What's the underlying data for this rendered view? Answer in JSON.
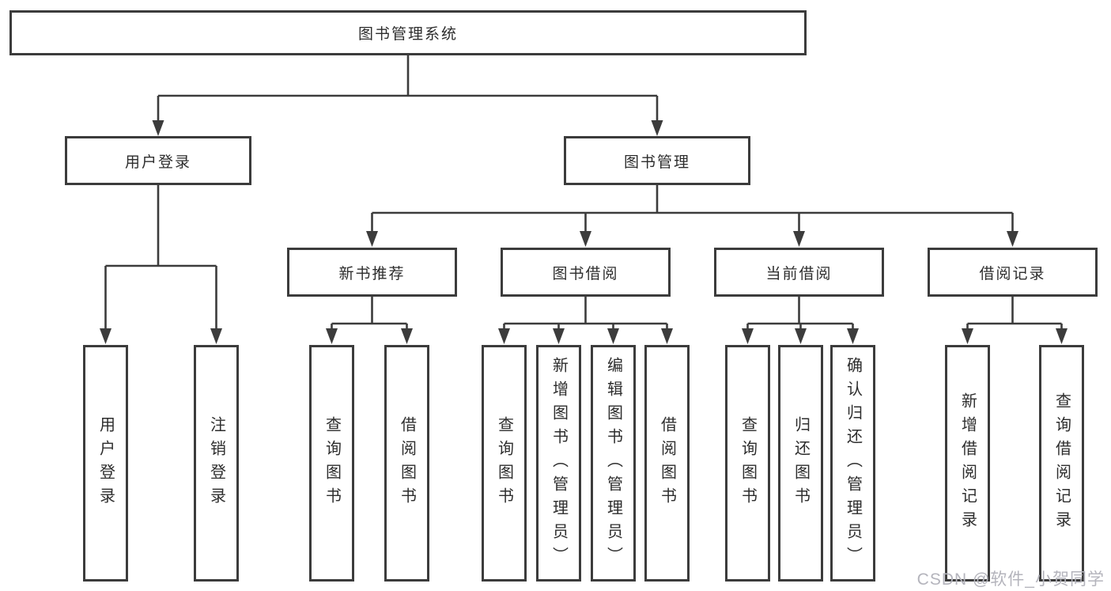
{
  "tree": {
    "root": {
      "label": "图书管理系统"
    },
    "branches": [
      {
        "label": "用户登录",
        "children": [
          {
            "label": "用户登录"
          },
          {
            "label": "注销登录"
          }
        ]
      },
      {
        "label": "图书管理",
        "children": [
          {
            "label": "新书推荐",
            "children": [
              {
                "label": "查询图书"
              },
              {
                "label": "借阅图书"
              }
            ]
          },
          {
            "label": "图书借阅",
            "children": [
              {
                "label": "查询图书"
              },
              {
                "label": "新增图书（管理员）"
              },
              {
                "label": "编辑图书（管理员）"
              },
              {
                "label": "借阅图书"
              }
            ]
          },
          {
            "label": "当前借阅",
            "children": [
              {
                "label": "查询图书"
              },
              {
                "label": "归还图书"
              },
              {
                "label": "确认归还（管理员）"
              }
            ]
          },
          {
            "label": "借阅记录",
            "children": [
              {
                "label": "新增借阅记录"
              },
              {
                "label": "查询借阅记录"
              }
            ]
          }
        ]
      }
    ]
  },
  "watermark": {
    "text": "CSDN @软件_小贺同学"
  },
  "colors": {
    "line": "#3c3c3c",
    "box_border": "#3c3c3c",
    "text": "#2d2d2d",
    "watermark": "#b4b4bc",
    "background": "#ffffff"
  }
}
